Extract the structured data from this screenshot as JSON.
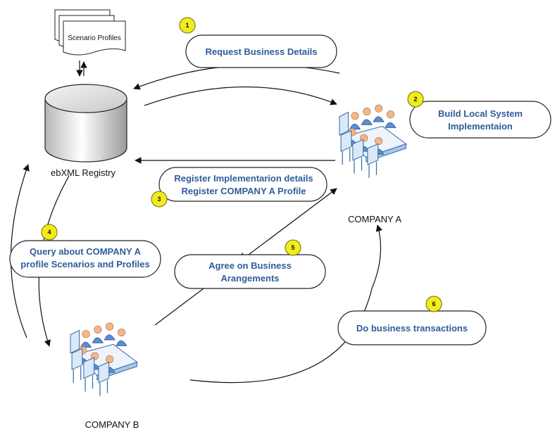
{
  "scenario_profiles": {
    "label": "Scenario Profiles"
  },
  "registry": {
    "label": "ebXML Registry"
  },
  "company_a": {
    "label": "COMPANY A"
  },
  "company_b": {
    "label": "COMPANY B"
  },
  "steps": [
    {
      "number": "1",
      "lines": [
        "Request Business Details"
      ]
    },
    {
      "number": "2",
      "lines": [
        "Build Local System",
        "Implementaion"
      ]
    },
    {
      "number": "3",
      "lines": [
        "Register Implementarion details",
        "Register COMPANY A Profile"
      ]
    },
    {
      "number": "4",
      "lines": [
        "Query about COMPANY A",
        "profile Scenarios and Profiles"
      ]
    },
    {
      "number": "5",
      "lines": [
        "Agree on Business",
        "Arangements"
      ]
    },
    {
      "number": "6",
      "lines": [
        "Do business transactions"
      ]
    }
  ],
  "colors": {
    "step_text": "#2f5d9b",
    "badge_fill": "#f2ec1c",
    "people_blue": "#5a8fd0",
    "chair_blue": "#dbe8f7"
  }
}
